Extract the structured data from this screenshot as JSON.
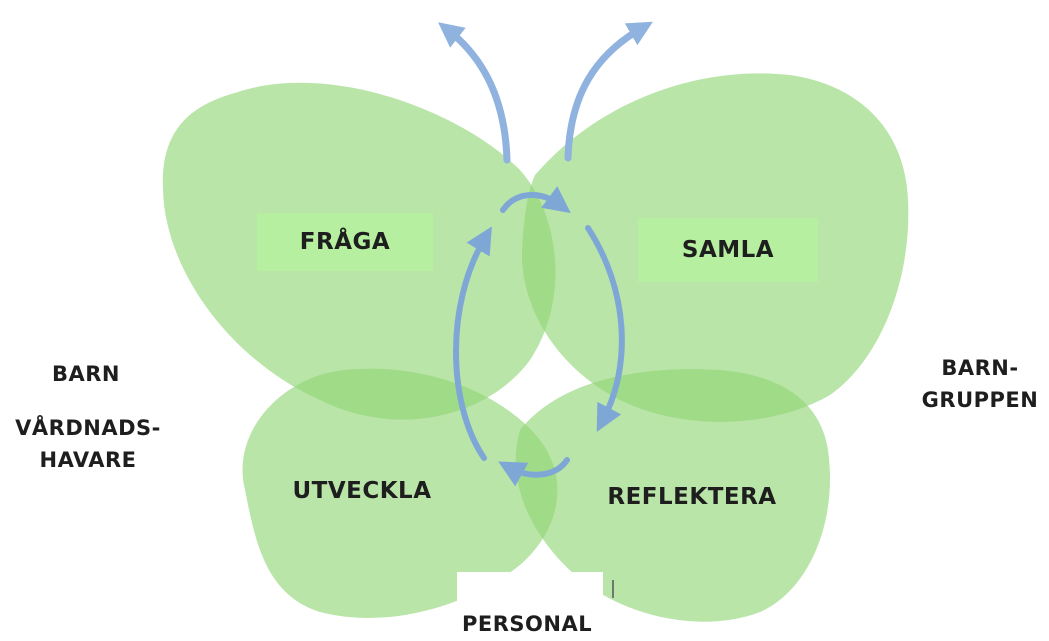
{
  "diagram": {
    "wings": {
      "top_left": "FRÅGA",
      "top_right": "SAMLA",
      "bottom_left": "UTVECKLA",
      "bottom_right": "REFLEKTERA"
    },
    "side_labels": {
      "left_top": "BARN",
      "left_bottom_line1": "VÅRDNADS-",
      "left_bottom_line2": "HAVARE",
      "right_line1": "BARN-",
      "right_line2": "GRUPPEN",
      "bottom": "PERSONAL"
    },
    "colors": {
      "wing_fill": "#8fd575",
      "label_box": "#b6ef9f",
      "arrow": "#7fa7d6",
      "text": "#1e1e1e"
    }
  }
}
